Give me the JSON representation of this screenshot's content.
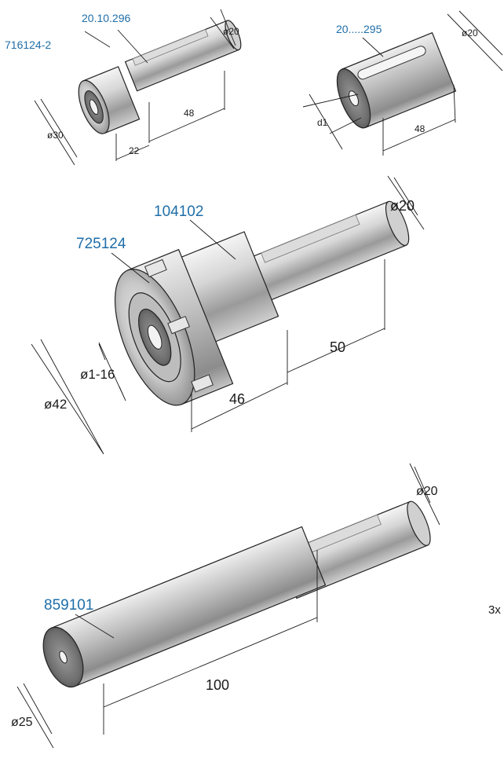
{
  "assemblies": [
    {
      "parts": [
        "716124-2",
        "20.10.296"
      ],
      "dimensions": [
        "ø20",
        "ø30",
        "48",
        "22"
      ]
    },
    {
      "parts": [
        "20.....295"
      ],
      "dimensions": [
        "ø20",
        "d1",
        "48"
      ]
    },
    {
      "parts": [
        "725124",
        "104102"
      ],
      "dimensions": [
        "ø20",
        "ø1-16",
        "ø42",
        "46",
        "50"
      ]
    },
    {
      "parts": [
        "859101"
      ],
      "dimensions": [
        "ø20",
        "ø25",
        "100"
      ]
    }
  ],
  "side_note": "3x"
}
